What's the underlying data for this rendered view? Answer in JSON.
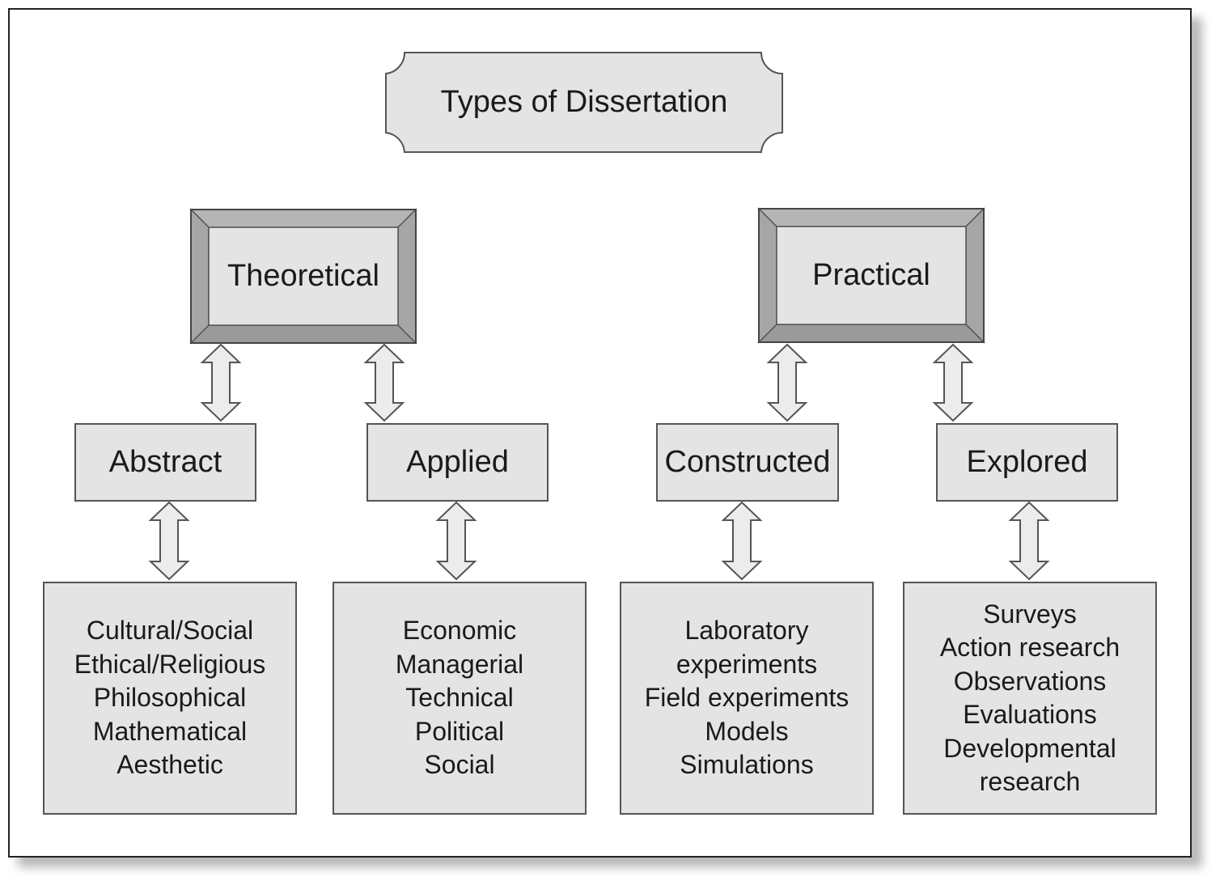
{
  "title": "Types of Dissertation",
  "categories": [
    {
      "label": "Theoretical",
      "subtypes": [
        {
          "label": "Abstract",
          "items": [
            "Cultural/Social",
            "Ethical/Religious",
            "Philosophical",
            "Mathematical",
            "Aesthetic"
          ]
        },
        {
          "label": "Applied",
          "items": [
            "Economic",
            "Managerial",
            "Technical",
            "Political",
            "Social"
          ]
        }
      ]
    },
    {
      "label": "Practical",
      "subtypes": [
        {
          "label": "Constructed",
          "items": [
            "Laboratory",
            "experiments",
            "Field experiments",
            "Models",
            "Simulations"
          ]
        },
        {
          "label": "Explored",
          "items": [
            "Surveys",
            "Action research",
            "Observations",
            "Evaluations",
            "Developmental",
            "research"
          ]
        }
      ]
    }
  ],
  "colors": {
    "box_fill": "#e4e4e4",
    "bevel_dark": "#a6a6a6",
    "bevel_mid": "#c4c4c4",
    "arrow_fill": "#ececec",
    "border": "#555555"
  }
}
